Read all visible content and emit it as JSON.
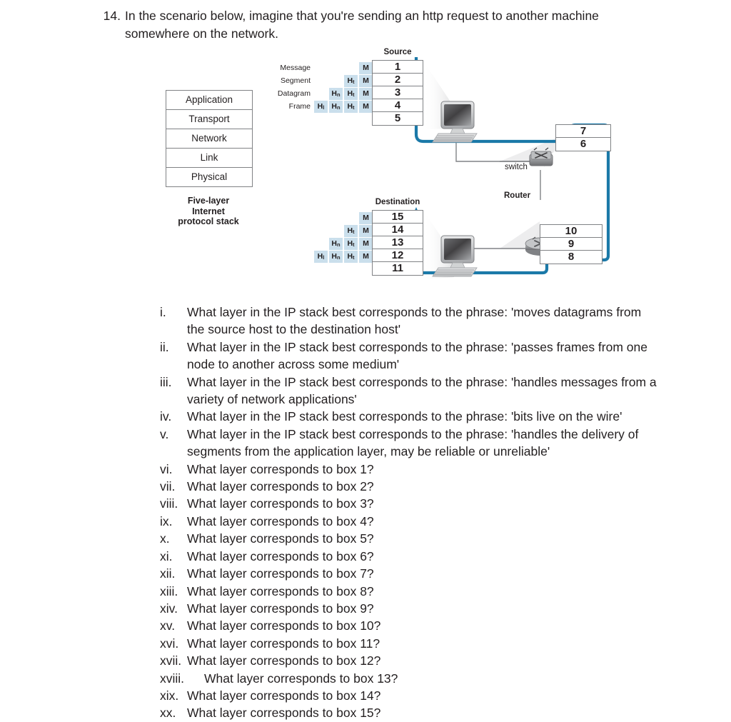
{
  "question": {
    "number": "14.",
    "text": "In the scenario below, imagine that you're sending an http request to another machine somewhere on the network."
  },
  "figure": {
    "stack": {
      "layers": [
        "Application",
        "Transport",
        "Network",
        "Link",
        "Physical"
      ],
      "caption": "Five-layer\nInternet\nprotocol stack"
    },
    "source": {
      "title": "Source",
      "boxes": [
        "1",
        "2",
        "3",
        "4",
        "5"
      ],
      "pdu_rows": [
        {
          "name": "Message",
          "cells": [
            "",
            "",
            "",
            "M"
          ]
        },
        {
          "name": "Segment",
          "cells": [
            "",
            "",
            "Ht",
            "M"
          ]
        },
        {
          "name": "Datagram",
          "cells": [
            "",
            "Hn",
            "Ht",
            "M"
          ]
        },
        {
          "name": "Frame",
          "cells": [
            "Hl",
            "Hn",
            "Ht",
            "M"
          ]
        }
      ]
    },
    "destination": {
      "title": "Destination",
      "boxes": [
        "15",
        "14",
        "13",
        "12",
        "11"
      ],
      "pdu_rows": [
        {
          "name": "",
          "cells": [
            "",
            "",
            "",
            "M"
          ]
        },
        {
          "name": "",
          "cells": [
            "",
            "",
            "Ht",
            "M"
          ]
        },
        {
          "name": "",
          "cells": [
            "",
            "Hn",
            "Ht",
            "M"
          ]
        },
        {
          "name": "",
          "cells": [
            "Hl",
            "Hn",
            "Ht",
            "M"
          ]
        }
      ]
    },
    "switch": {
      "label": "switch",
      "boxes": [
        "7",
        "6"
      ]
    },
    "router": {
      "label": "Router",
      "boxes": [
        "10",
        "9",
        "8"
      ]
    },
    "colors": {
      "cable": "#1b79a8",
      "header_cell": "#cadfec",
      "box_border": "#808285",
      "text": "#231f20"
    }
  },
  "sub_questions": [
    {
      "rn": "i.",
      "text": "What layer in the IP stack best corresponds to the phrase: 'moves datagrams from the source host to the destination host'"
    },
    {
      "rn": "ii.",
      "text": "What layer in the IP stack best corresponds to the phrase: 'passes frames from one node to another across some medium'"
    },
    {
      "rn": "iii.",
      "text": "What layer in the IP stack best corresponds to the phrase: 'handles messages from a variety of network applications'"
    },
    {
      "rn": "iv.",
      "text": "What layer in the IP stack best corresponds to the phrase: 'bits live on the wire'"
    },
    {
      "rn": "v.",
      "text": "What layer in the IP stack best corresponds to the phrase: 'handles the delivery of segments from the application layer, may be reliable or unreliable'"
    },
    {
      "rn": "vi.",
      "text": "What layer corresponds to box 1?"
    },
    {
      "rn": "vii.",
      "text": "What layer corresponds to box 2?"
    },
    {
      "rn": "viii.",
      "text": "What layer corresponds to box 3?"
    },
    {
      "rn": "ix.",
      "text": "What layer corresponds to box 4?"
    },
    {
      "rn": "x.",
      "text": "What layer corresponds to box 5?"
    },
    {
      "rn": "xi.",
      "text": "What layer corresponds to box 6?"
    },
    {
      "rn": "xii.",
      "text": "What layer corresponds to box 7?"
    },
    {
      "rn": "xiii.",
      "text": "What layer corresponds to box 8?"
    },
    {
      "rn": "xiv.",
      "text": "What layer corresponds to box 9?"
    },
    {
      "rn": "xv.",
      "text": "What layer corresponds to box 10?"
    },
    {
      "rn": "xvi.",
      "text": "What layer corresponds to box 11?"
    },
    {
      "rn": "xvii.",
      "text": "What layer corresponds to box 12?"
    },
    {
      "rn": "xviii.",
      "text": "What layer corresponds to box 13?"
    },
    {
      "rn": "xix.",
      "text": "What layer corresponds to box 14?"
    },
    {
      "rn": "xx.",
      "text": "What layer corresponds to box 15?"
    }
  ]
}
